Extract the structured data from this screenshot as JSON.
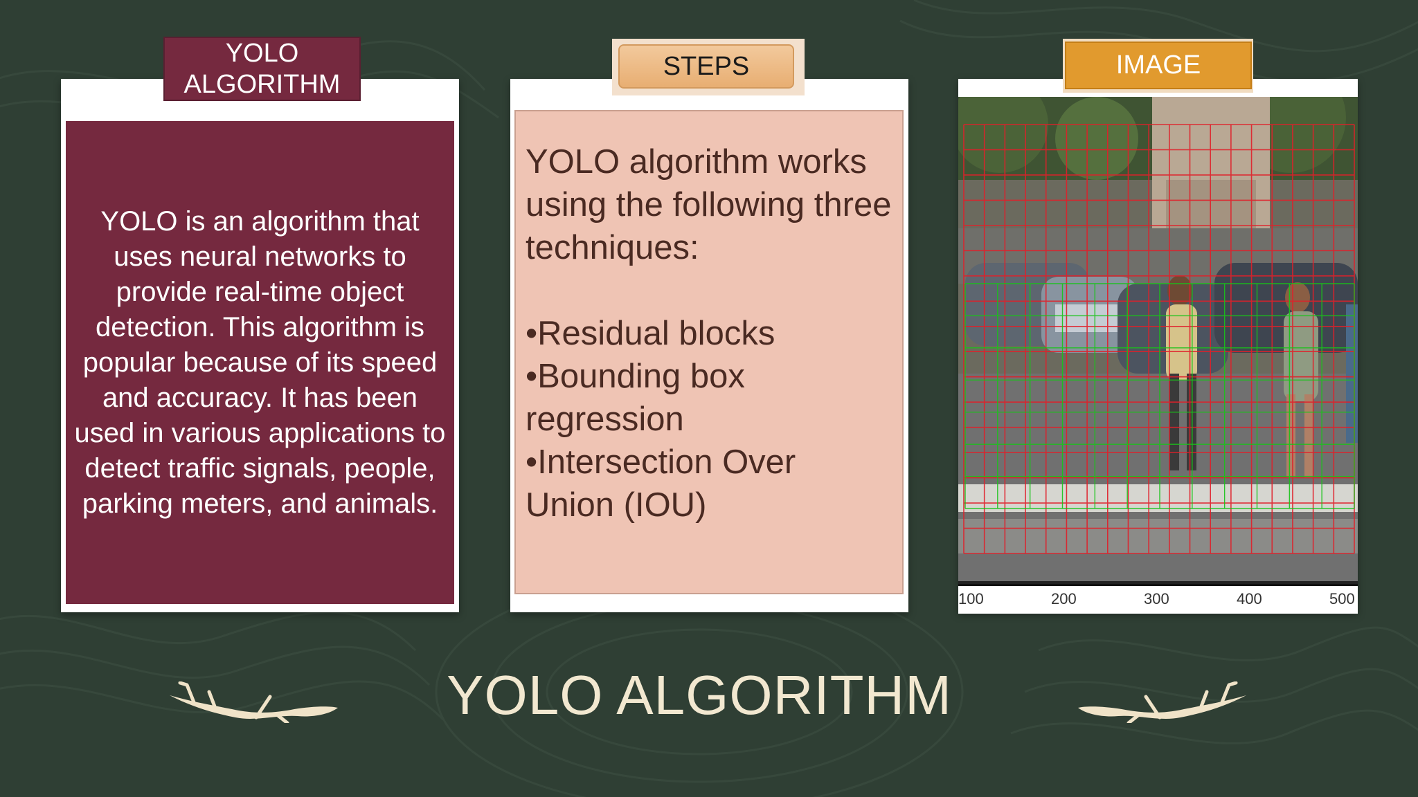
{
  "colors": {
    "background": "#2f3f34",
    "maroon": "#75293f",
    "peach": "#efc4b4",
    "orange": "#e19a2e",
    "title_text": "#f2e8d0"
  },
  "card_algorithm": {
    "tab_label": "YOLO ALGORITHM",
    "body": "YOLO is an algorithm that uses neural networks to provide real-time object detection. This algorithm is popular because of its speed and accuracy. It has been used in various applications to detect traffic signals, people, parking meters, and animals."
  },
  "card_steps": {
    "tab_label": "STEPS",
    "intro": "YOLO algorithm works using the following three techniques:",
    "items": [
      "•Residual blocks",
      "•Bounding box regression",
      "•Intersection Over Union (IOU)"
    ]
  },
  "card_image": {
    "tab_label": "IMAGE",
    "axis_ticks": [
      "100",
      "200",
      "300",
      "400",
      "500"
    ]
  },
  "slide": {
    "title": "YOLO ALGORITHM"
  },
  "icons": {
    "left_decoration": "branch-icon",
    "right_decoration": "branch-icon"
  }
}
